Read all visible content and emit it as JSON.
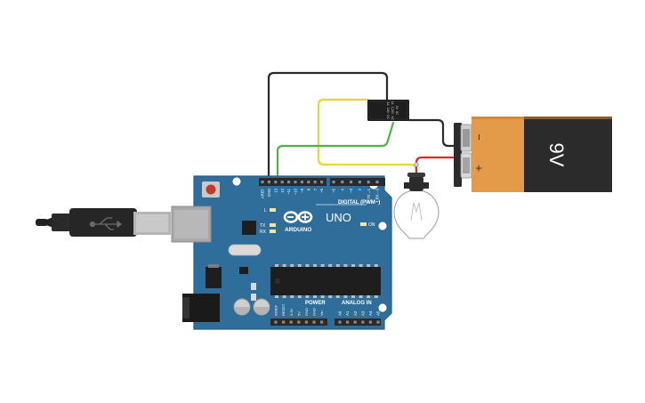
{
  "board": {
    "brand": "ARDUINO",
    "model": "UNO",
    "digital_header_label": "DIGITAL (PWM~)",
    "power_label": "POWER",
    "analog_label": "ANALOG IN",
    "led_labels": {
      "l": "L",
      "tx": "TX",
      "rx": "RX",
      "on": "ON"
    },
    "top_pins": [
      "AREF",
      "GND",
      "13",
      "12",
      "~11",
      "~10",
      "~9",
      "8",
      "7",
      "~6",
      "~5",
      "4",
      "~3",
      "2",
      "TX→1",
      "RX←0"
    ],
    "power_pins": [
      "IOREF",
      "RESET",
      "3.3V",
      "5V",
      "GND",
      "GND",
      "Vin"
    ],
    "analog_pins": [
      "A0",
      "A1",
      "A2",
      "A3",
      "A4",
      "A5"
    ]
  },
  "battery": {
    "label": "9V",
    "minus": "−",
    "plus": "+"
  },
  "relay": {
    "line1": "5V DC",
    "line2": "1A 125V AC",
    "line3": "1A 24V DC"
  },
  "colors": {
    "board": "#2f6e9b",
    "board_edge": "#285f87",
    "battery_orange": "#e39a49",
    "battery_dark": "#2b2b2b",
    "wire_black": "#2a2a2a",
    "wire_yellow": "#e7d63a",
    "wire_green": "#51b149",
    "wire_red": "#d42a2a",
    "relay_body": "#1e1e1e"
  }
}
